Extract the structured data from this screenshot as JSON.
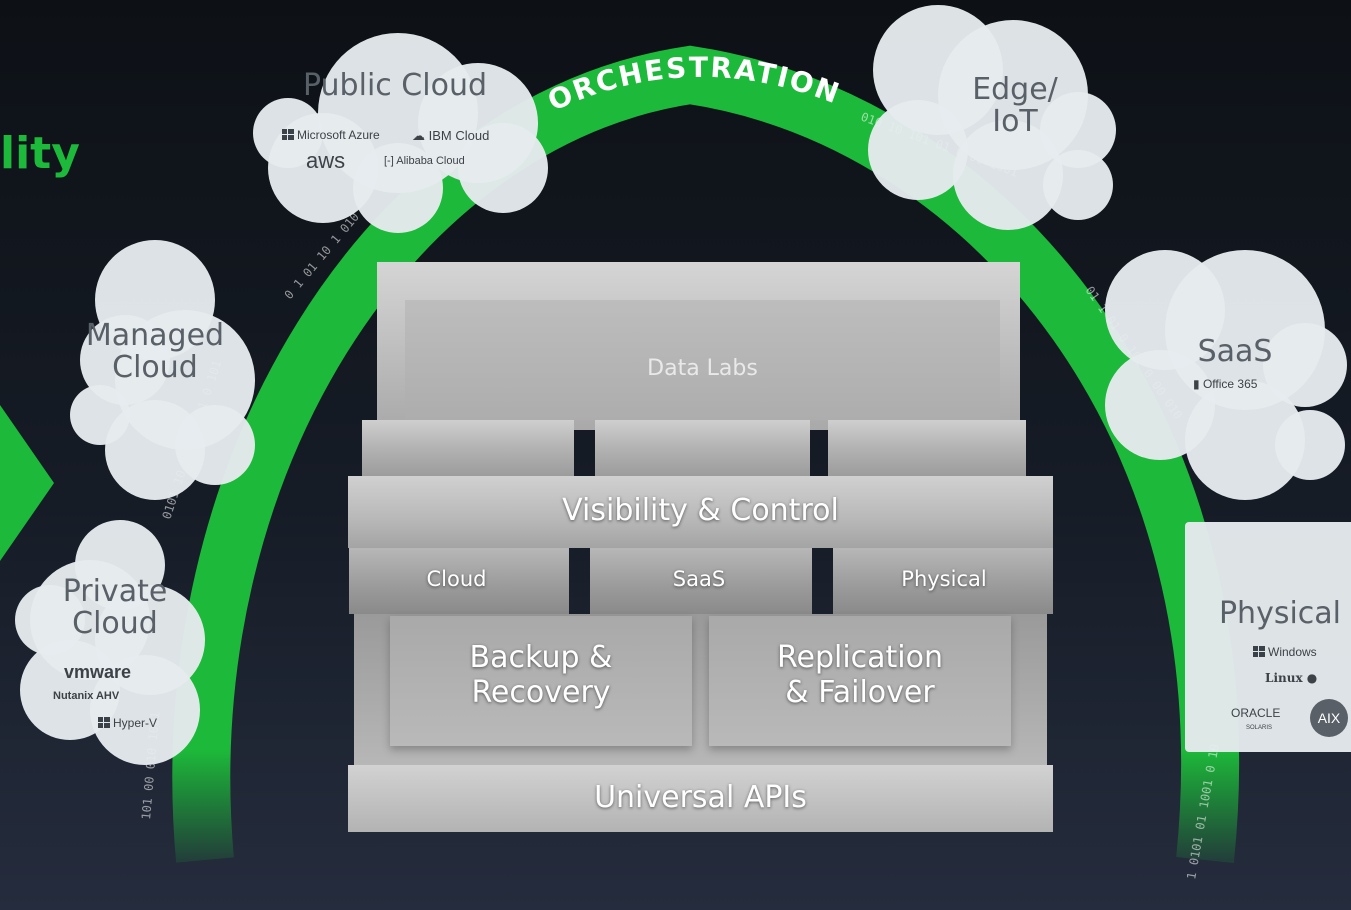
{
  "partial_title": "lity",
  "ring": {
    "label": "ORCHESTRATION",
    "color": "#1db93a"
  },
  "clouds": {
    "public": {
      "title": "Public Cloud",
      "vendors": [
        "Microsoft Azure",
        "IBM Cloud",
        "aws",
        "Alibaba Cloud"
      ]
    },
    "edge": {
      "title_line1": "Edge/",
      "title_line2": "IoT"
    },
    "saas": {
      "title": "SaaS",
      "vendors": [
        "Office 365"
      ]
    },
    "managed": {
      "title_line1": "Managed",
      "title_line2": "Cloud"
    },
    "private": {
      "title_line1": "Private",
      "title_line2": "Cloud",
      "vendors": [
        "vmware",
        "Nutanix AHV",
        "Hyper-V"
      ]
    },
    "physical": {
      "title": "Physical",
      "vendors": [
        "Windows",
        "Linux",
        "ORACLE",
        "SOLARIS",
        "AIX"
      ]
    }
  },
  "platform": {
    "data_labs": "Data Labs",
    "visibility": "Visibility & Control",
    "tiers": [
      "Cloud",
      "SaaS",
      "Physical"
    ],
    "backup_line1": "Backup &",
    "backup_line2": "Recovery",
    "replication_line1": "Replication",
    "replication_line2": "& Failover",
    "apis": "Universal APIs"
  },
  "colors": {
    "accent_green": "#1db93a",
    "background": "#121821",
    "cloud": "#e6ebee"
  }
}
